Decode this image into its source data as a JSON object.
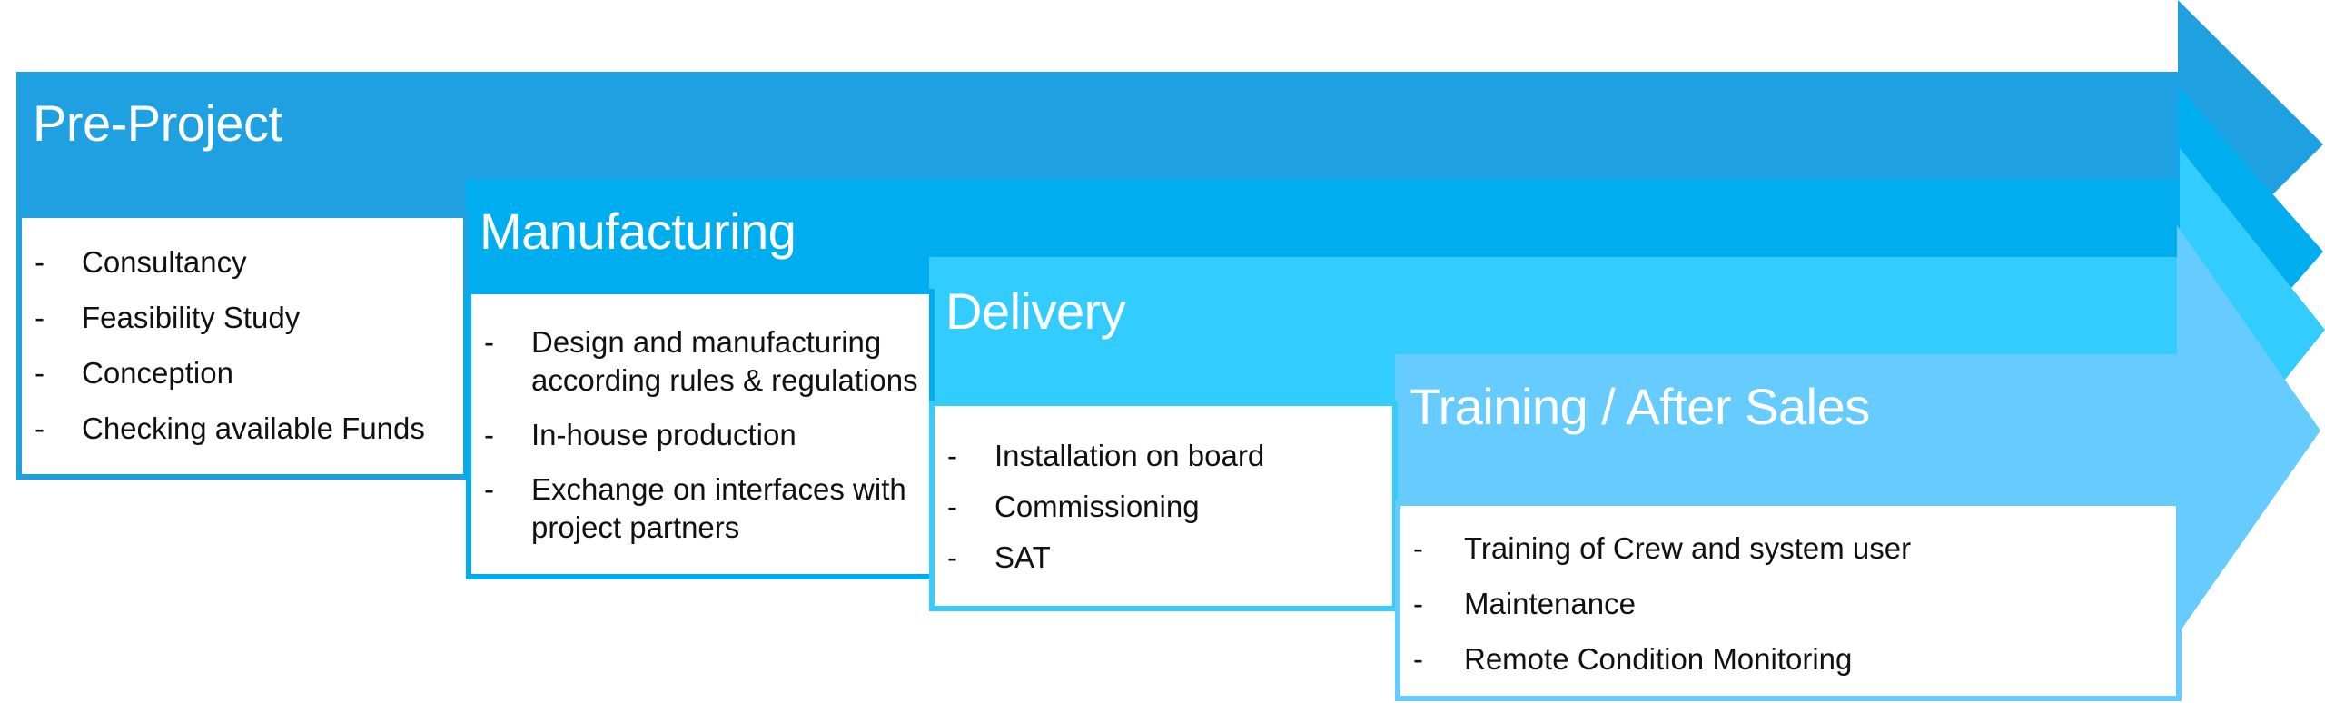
{
  "diagram": {
    "type": "process-arrows",
    "stages": [
      {
        "title": "Pre-Project",
        "color": "#1fa0e0",
        "items": [
          "Consultancy",
          "Feasibility Study",
          "Conception",
          "Checking available Funds"
        ]
      },
      {
        "title": "Manufacturing",
        "color": "#00aeef",
        "items": [
          "Design and manufacturing according rules & regulations",
          "In-house production",
          "Exchange on interfaces with project partners"
        ]
      },
      {
        "title": "Delivery",
        "color": "#33ccff",
        "items": [
          "Installation on board",
          "Commissioning",
          "SAT"
        ]
      },
      {
        "title": "Training / After Sales",
        "color": "#66ccff",
        "items": [
          "Training of Crew and system user",
          "Maintenance",
          "Remote Condition Monitoring"
        ]
      }
    ],
    "bullet": "-"
  }
}
